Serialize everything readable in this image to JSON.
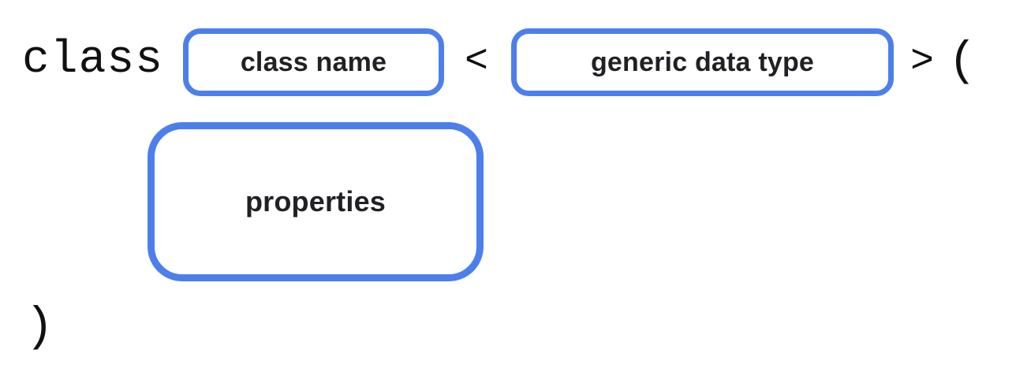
{
  "diagram": {
    "keyword": "class",
    "boxes": {
      "class_name": {
        "label": "class name"
      },
      "generic_data_type": {
        "label": "generic data type"
      },
      "properties": {
        "label": "properties"
      }
    },
    "symbols": {
      "open_angle": "<",
      "close_angle": ">",
      "open_paren": "(",
      "close_paren": ")"
    },
    "colors": {
      "box_border": "#4D7FEC",
      "code_text": "#111111",
      "label_text": "#202124",
      "background": "#FFFFFF"
    }
  }
}
